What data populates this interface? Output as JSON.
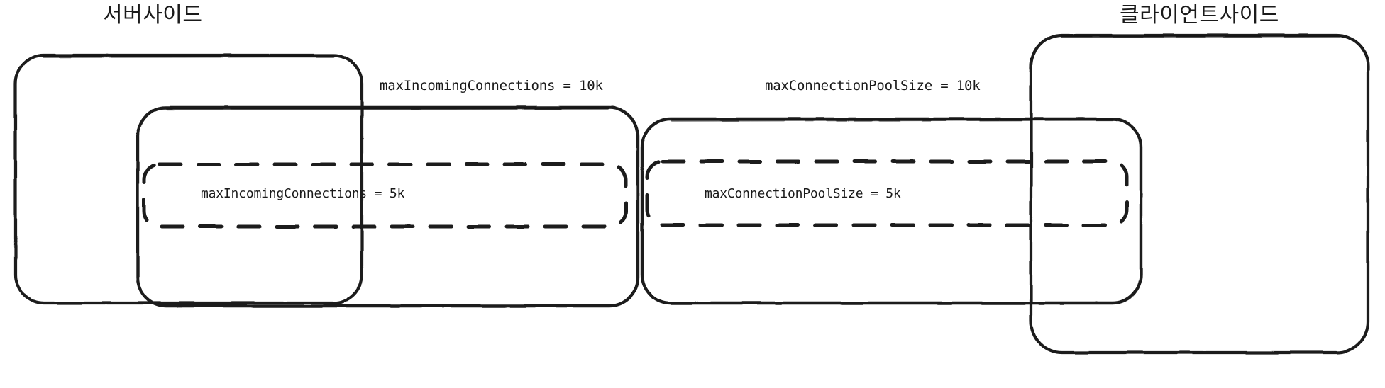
{
  "diagram": {
    "title_server": "서버사이드",
    "title_client": "클라이언트사이드",
    "stroke_color": "#1a1a1a",
    "background_color": "#ffffff",
    "groups": [
      {
        "id": "server-side",
        "title": "서버사이드",
        "boxes": [
          {
            "id": "server-outer",
            "style": "solid",
            "label": ""
          },
          {
            "id": "server-max-10k",
            "style": "solid",
            "label": "maxIncomingConnections = 10k"
          },
          {
            "id": "server-max-5k",
            "style": "dashed",
            "label": "maxIncomingConnections = 5k"
          }
        ]
      },
      {
        "id": "client-side",
        "title": "클라이언트사이드",
        "boxes": [
          {
            "id": "client-outer",
            "style": "solid",
            "label": ""
          },
          {
            "id": "client-pool-10k",
            "style": "solid",
            "label": "maxConnectionPoolSize = 10k"
          },
          {
            "id": "client-pool-5k",
            "style": "dashed",
            "label": "maxConnectionPoolSize = 5k"
          }
        ]
      }
    ],
    "labels": {
      "server_outer_title": "서버사이드",
      "server_inner_10k": "maxIncomingConnections = 10k",
      "server_inner_5k": "maxIncomingConnections = 5k",
      "client_outer_title": "클라이언트사이드",
      "client_inner_10k": "maxConnectionPoolSize = 10k",
      "client_inner_5k": "maxConnectionPoolSize = 5k"
    }
  }
}
